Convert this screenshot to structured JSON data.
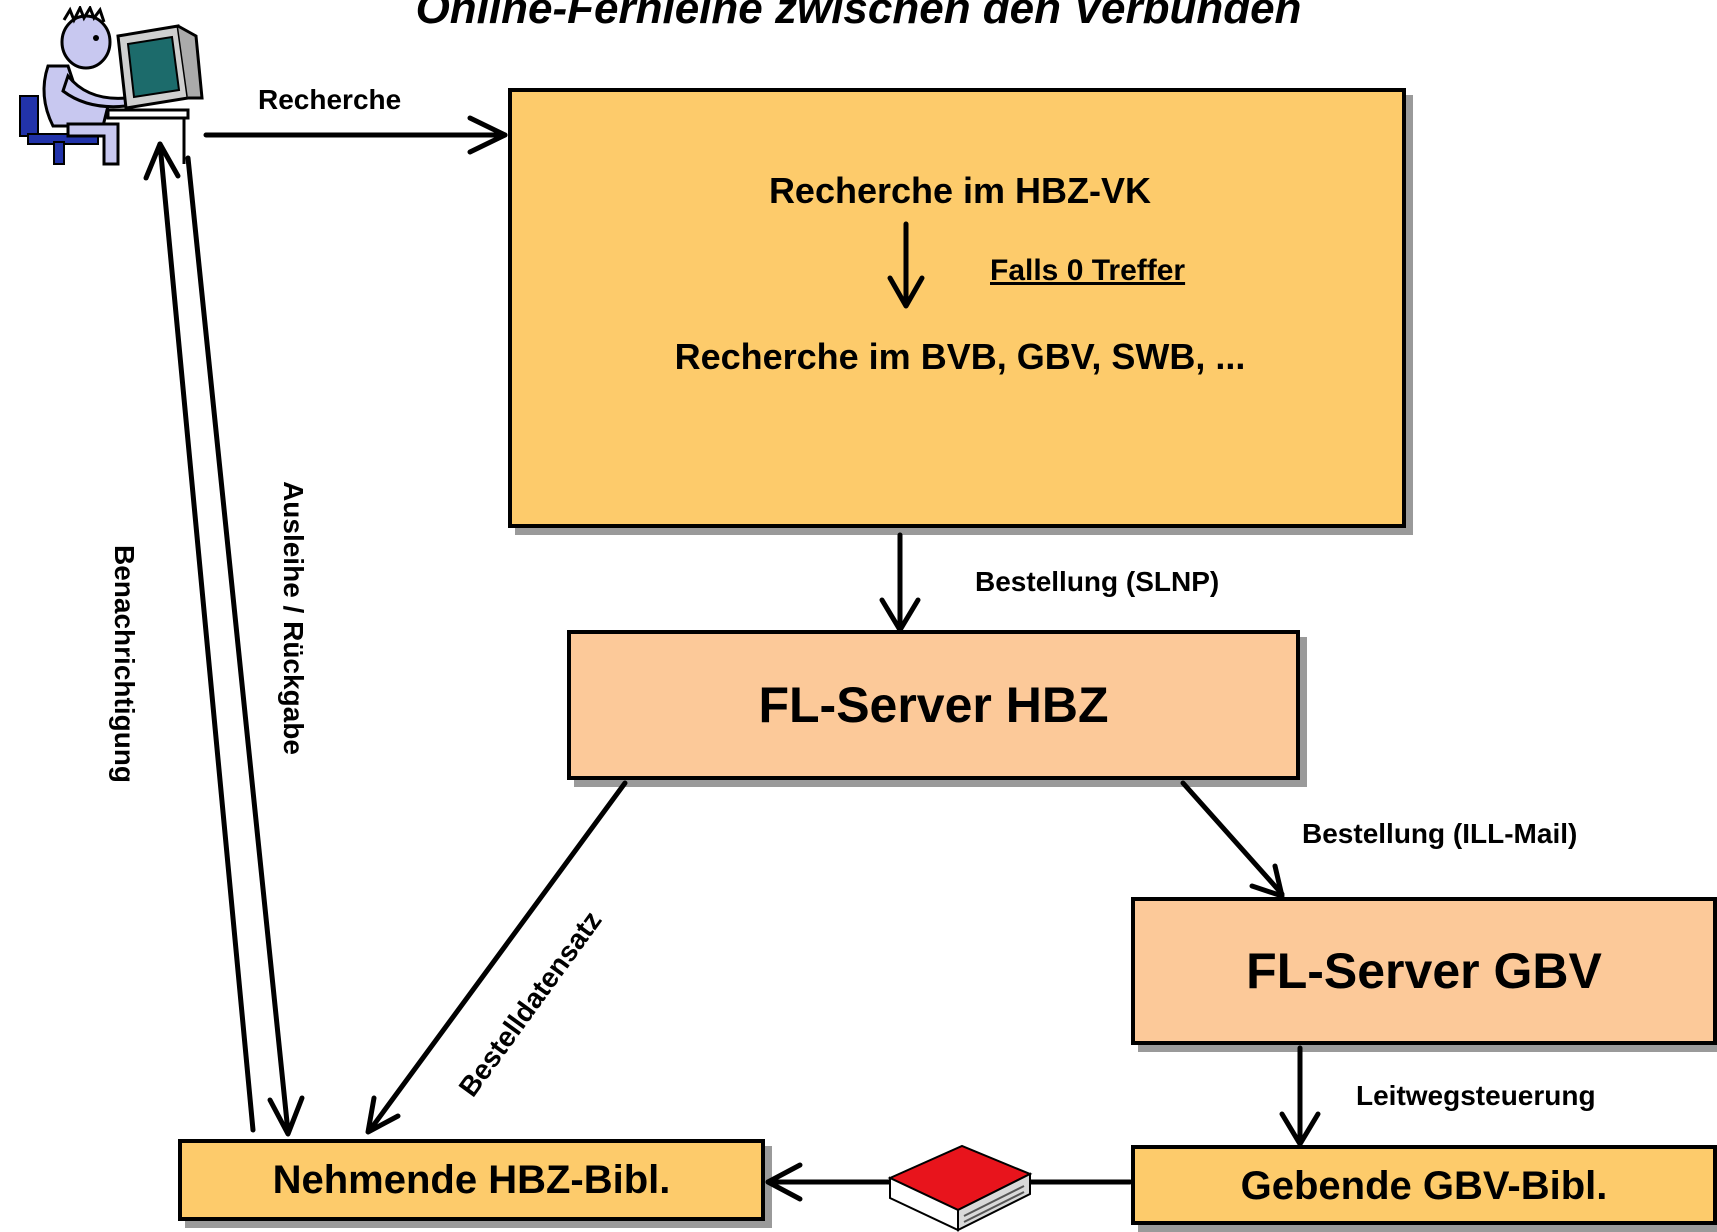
{
  "title": "Online-Fernleihe zwischen den Verbünden",
  "edge_labels": {
    "recherche": "Recherche",
    "bestellung_slnp": "Bestellung (SLNP)",
    "bestellung_ill": "Bestellung (ILL-Mail)",
    "bestelldatensatz": "Bestelldatensatz",
    "leitwegsteuerung": "Leitwegsteuerung",
    "ausleihe_rueckgabe": "Ausleihe / Rückgabe",
    "benachrichtigung": "Benachrichtigung"
  },
  "search_box": {
    "step1": "Recherche im HBZ-VK",
    "condition": "Falls 0 Treffer",
    "step2": "Recherche im BVB, GBV, SWB, ..."
  },
  "nodes": {
    "fl_server_hbz": "FL-Server HBZ",
    "fl_server_gbv": "FL-Server GBV",
    "nehmende": "Nehmende HBZ-Bibl.",
    "gebende": "Gebende GBV-Bibl."
  },
  "colors": {
    "yellow_box": "#fdcb6b",
    "peach_box": "#fcc999",
    "book": "#e8141c"
  },
  "icons": [
    "user-at-computer-icon",
    "red-book-icon"
  ]
}
